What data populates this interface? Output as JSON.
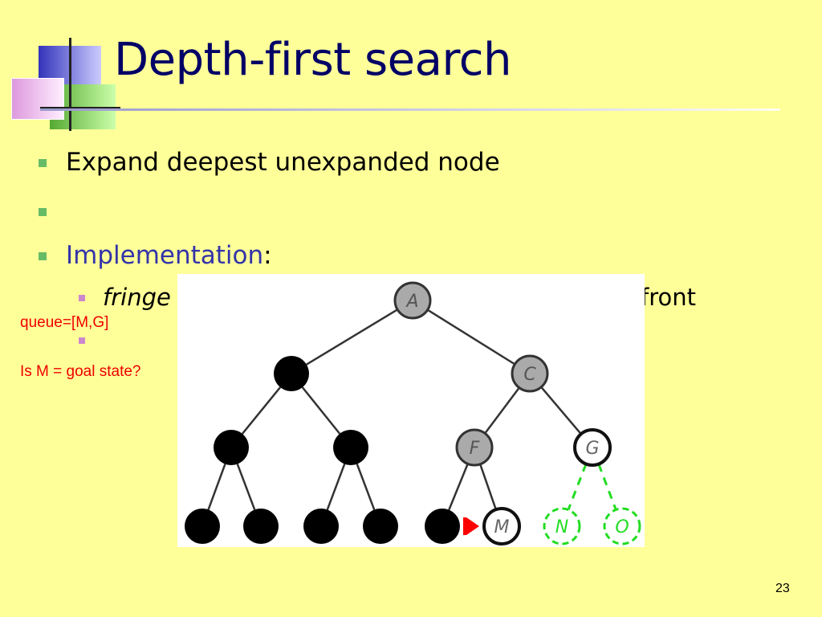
{
  "slide": {
    "title": "Depth-first search",
    "page_number": "23",
    "bullets": [
      {
        "text": "Expand deepest unexpanded node"
      },
      {
        "text": ""
      },
      {
        "label": "Implementation",
        "suffix": ":"
      }
    ],
    "sub_bullets": [
      {
        "lead": "fringe",
        "tail": "front"
      },
      {
        "text": ""
      }
    ],
    "annotations": {
      "queue": "queue=[M,G]",
      "goal_question": "Is M = goal state?"
    }
  },
  "tree": {
    "nodes": [
      {
        "id": "A",
        "label": "A",
        "state": "expanded"
      },
      {
        "id": "B",
        "label": "",
        "state": "removed"
      },
      {
        "id": "C",
        "label": "C",
        "state": "expanded"
      },
      {
        "id": "D",
        "label": "",
        "state": "removed"
      },
      {
        "id": "E",
        "label": "",
        "state": "removed"
      },
      {
        "id": "F",
        "label": "F",
        "state": "expanded"
      },
      {
        "id": "G",
        "label": "G",
        "state": "fringe"
      },
      {
        "id": "H",
        "label": "",
        "state": "removed"
      },
      {
        "id": "I",
        "label": "",
        "state": "removed"
      },
      {
        "id": "J",
        "label": "",
        "state": "removed"
      },
      {
        "id": "K",
        "label": "",
        "state": "removed"
      },
      {
        "id": "L",
        "label": "",
        "state": "removed"
      },
      {
        "id": "M",
        "label": "M",
        "state": "current"
      },
      {
        "id": "N",
        "label": "N",
        "state": "unexplored"
      },
      {
        "id": "O",
        "label": "O",
        "state": "unexplored"
      }
    ],
    "edges": [
      [
        "A",
        "B"
      ],
      [
        "A",
        "C"
      ],
      [
        "B",
        "D"
      ],
      [
        "B",
        "E"
      ],
      [
        "C",
        "F"
      ],
      [
        "C",
        "G"
      ],
      [
        "D",
        "H"
      ],
      [
        "D",
        "I"
      ],
      [
        "E",
        "J"
      ],
      [
        "E",
        "K"
      ],
      [
        "F",
        "L"
      ],
      [
        "F",
        "M"
      ],
      [
        "G",
        "N"
      ],
      [
        "G",
        "O"
      ]
    ],
    "colors": {
      "expanded": "#aaaaaa",
      "removed": "#000000",
      "fringe": "#ffffff",
      "current": "#ffffff",
      "unexplored": "#22dd22",
      "pointer": "#ff0000"
    }
  },
  "theme": {
    "background": "#ffff99",
    "title_color": "#000066",
    "bullet_color": "#66bb66",
    "sub_bullet_color": "#cc88cc",
    "highlight_color": "#3333aa",
    "annotation_color": "#ee0000"
  }
}
